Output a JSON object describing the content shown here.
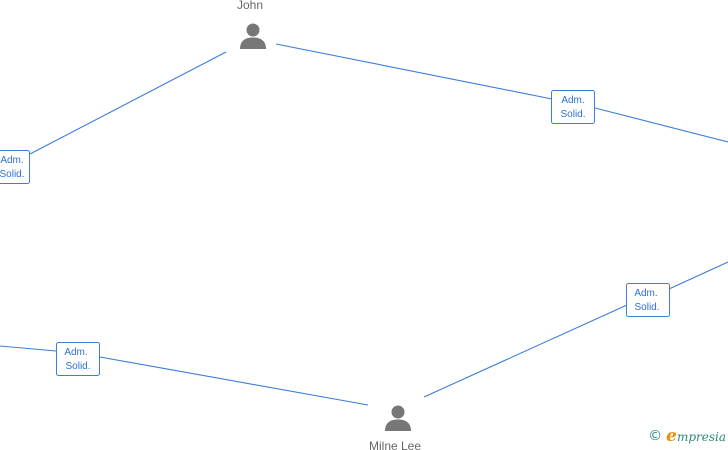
{
  "nodes": [
    {
      "id": "john",
      "label": "John",
      "icon": "person-icon"
    },
    {
      "id": "milne",
      "label": "Milne Lee",
      "icon": "person-icon"
    }
  ],
  "relations": [
    {
      "id": "r1",
      "line1": "Adm.",
      "line2": "Solid."
    },
    {
      "id": "r2",
      "line1": "Adm.",
      "line2": "Solid."
    },
    {
      "id": "r3",
      "line1": "Adm.",
      "line2": "Solid."
    },
    {
      "id": "r4",
      "line1": "Adm.",
      "line2": "Solid."
    }
  ],
  "brand": {
    "copyright": "©",
    "initial": "e",
    "name": "mpresia"
  },
  "colors": {
    "edge": "#3c7dd8",
    "icon": "#777777",
    "brand_orange": "#e8900c",
    "brand_teal": "#2a8a7a"
  }
}
